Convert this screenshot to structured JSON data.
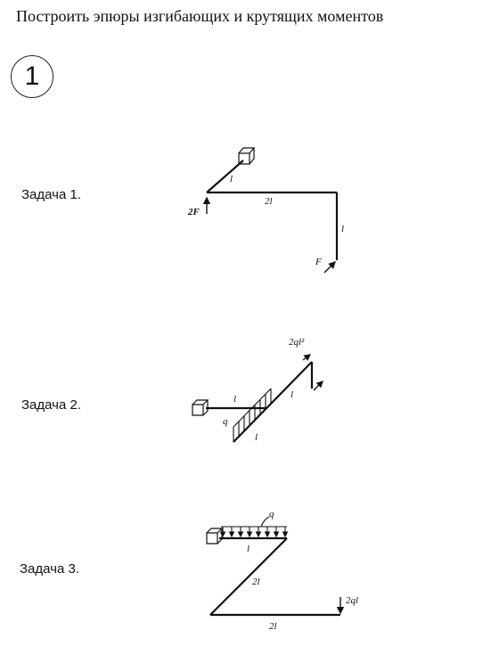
{
  "title": "Построить эпюры изгибающих и крутящих моментов",
  "variant_number": "1",
  "tasks": [
    {
      "label": "Задача 1.",
      "dims": {
        "support_arm": "l",
        "top_span": "2l",
        "drop": "l"
      },
      "loads": {
        "vertical_force": "2F",
        "end_force": "F"
      }
    },
    {
      "label": "Задача 2.",
      "dims": {
        "arm": "l",
        "diagonal_lower": "l",
        "diagonal_upper": "l"
      },
      "loads": {
        "moment": "2ql²",
        "distributed": "q"
      }
    },
    {
      "label": "Задача 3.",
      "dims": {
        "top": "l",
        "diagonal": "2l",
        "bottom": "2l"
      },
      "loads": {
        "distributed": "q",
        "force": "2ql"
      }
    }
  ]
}
